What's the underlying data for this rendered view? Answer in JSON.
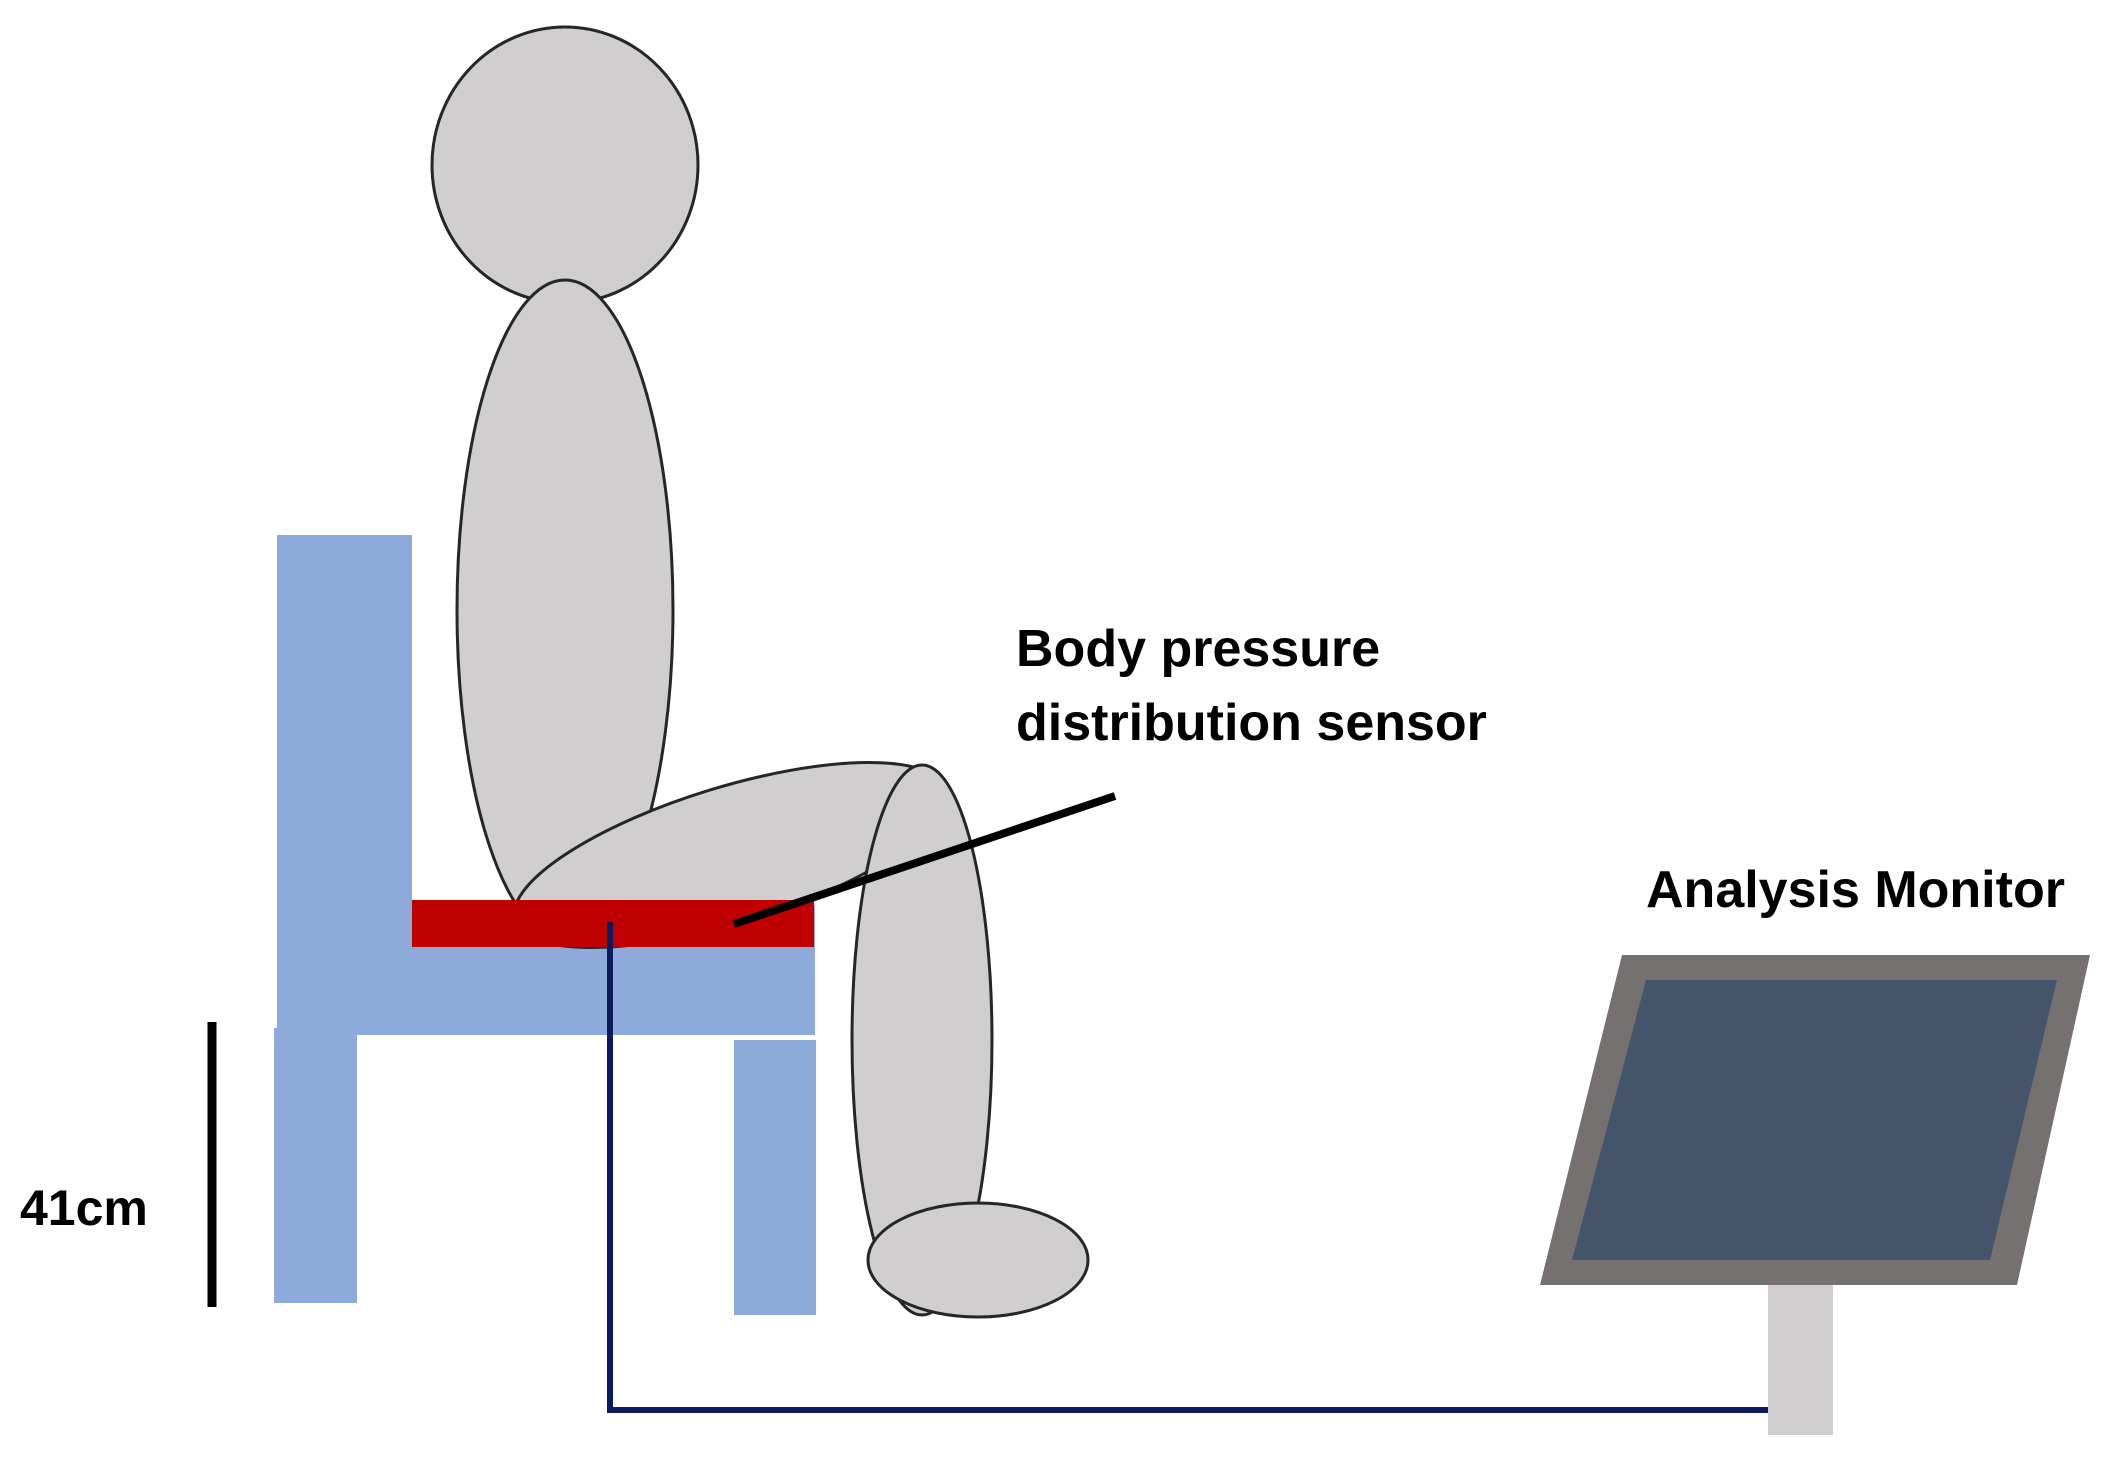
{
  "labels": {
    "sensor_line1": "Body pressure",
    "sensor_line2": "distribution sensor",
    "monitor": "Analysis Monitor",
    "seat_height": "41cm"
  },
  "colors": {
    "chair": "#8eaadb",
    "sensor_pad": "#c00000",
    "body_fill": "#d0cece",
    "body_stroke": "#262626",
    "cable": "#0d1b5e",
    "monitor_frame": "#767171",
    "monitor_screen": "#44546a",
    "monitor_stand": "#d0cece",
    "pointer_line": "#000000"
  }
}
